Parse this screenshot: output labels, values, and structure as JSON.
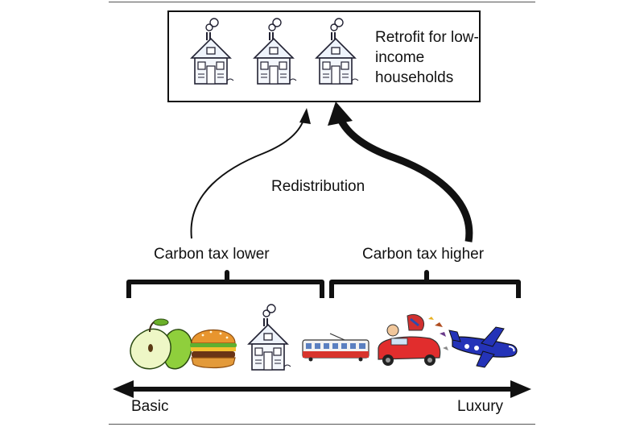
{
  "top_box": {
    "title": "Retrofit for low-income households",
    "house_icons": [
      "house-icon",
      "house-icon",
      "house-icon"
    ]
  },
  "redistribution_label": "Redistribution",
  "groups": {
    "lower": {
      "label": "Carbon tax lower",
      "items": [
        "apple-icon",
        "burger-icon",
        "house-icon",
        "tram-icon"
      ]
    },
    "higher": {
      "label": "Carbon tax higher",
      "items": [
        "car-icon",
        "airplane-icon"
      ]
    }
  },
  "axis": {
    "left_label": "Basic",
    "right_label": "Luxury"
  },
  "colors": {
    "apple": "#b5e06a",
    "burger_bun": "#e8952e",
    "tram": "#d8342c",
    "car": "#e12d2d",
    "plane": "#2433b8"
  }
}
